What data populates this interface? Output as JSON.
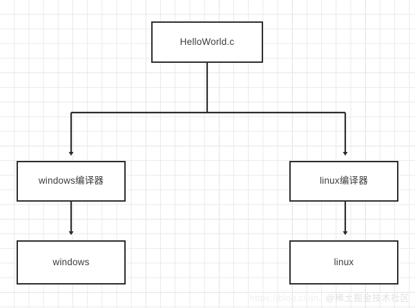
{
  "diagram": {
    "type": "flowchart",
    "title": "HelloWorld.c compilation flow",
    "background": "#ffffff",
    "grid_color": "#e9e9e9",
    "grid_major_color": "#dcdcdc",
    "node_border_color": "#2b2b2b",
    "node_text_color": "#3b3b3b",
    "edge_color": "#2b2b2b",
    "nodes": [
      {
        "id": "root",
        "label": "HelloWorld.c"
      },
      {
        "id": "wincc",
        "label": "windows编译器"
      },
      {
        "id": "lincc",
        "label": "linux编译器"
      },
      {
        "id": "win",
        "label": "windows"
      },
      {
        "id": "lin",
        "label": "linux"
      }
    ],
    "edges": [
      {
        "from": "root",
        "to": "wincc",
        "style": "orthogonal-split",
        "arrow": "end"
      },
      {
        "from": "root",
        "to": "lincc",
        "style": "orthogonal-split",
        "arrow": "end"
      },
      {
        "from": "wincc",
        "to": "win",
        "style": "straight",
        "arrow": "end"
      },
      {
        "from": "lincc",
        "to": "lin",
        "style": "straight",
        "arrow": "end"
      }
    ]
  },
  "watermark": {
    "url": "https://blog.csdn.",
    "brand": "@稀土掘金技术社区"
  }
}
